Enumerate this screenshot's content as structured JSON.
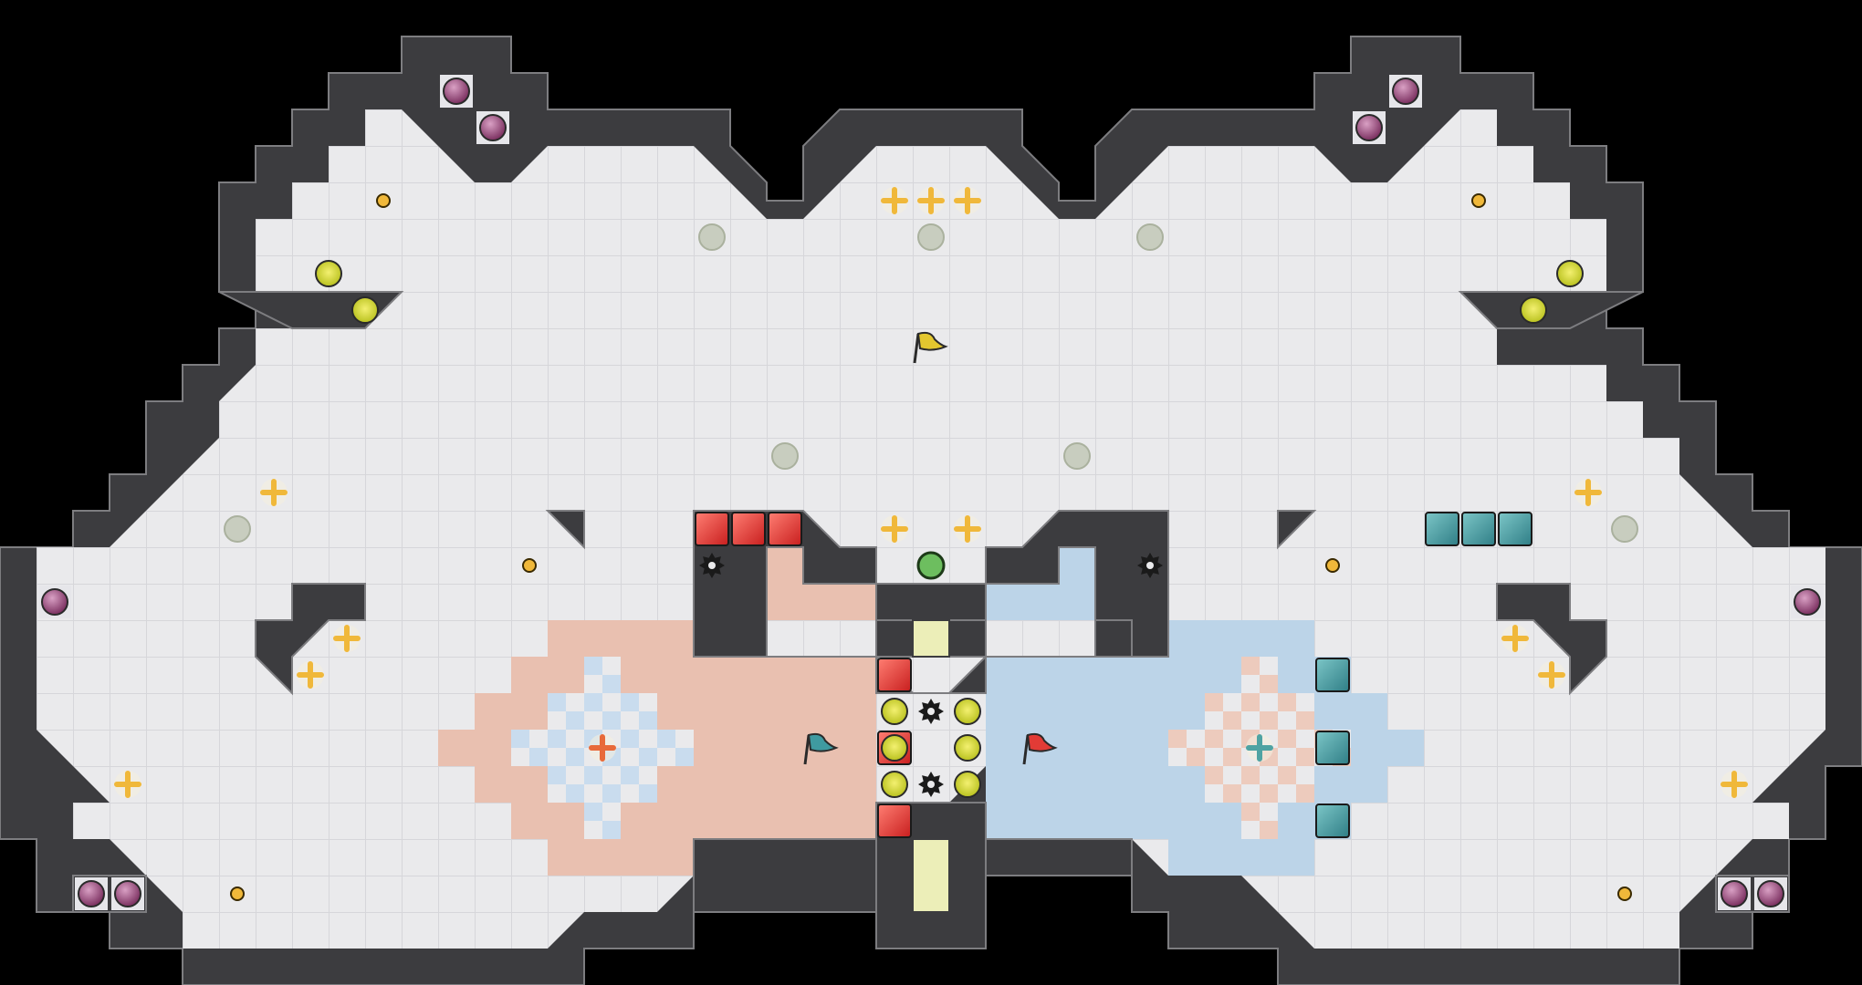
{
  "game": {
    "title": "",
    "team_colors": {
      "red": "#e23b36",
      "blue": "#3f9aa0",
      "neutral": "#e3c72f"
    },
    "palette": {
      "background": "#000000",
      "wall": "#3c3c3f",
      "wall_outline": "#8c8c8c",
      "floor": "#eaeaec",
      "floor_grid": "#d6d6da",
      "red_zone": "#e9c0b0",
      "blue_zone": "#bcd4e8",
      "gate_pad": "#eceeb8",
      "powerup_center": "#e7e030",
      "boost": "#f0b83a",
      "bomb": "#8a3e6e",
      "portal": "#c8cdbf",
      "spike": "#1a1a1a"
    },
    "legend": {
      "flags": [
        "neutral-flag",
        "red-flag",
        "blue-flag"
      ],
      "tiles": [
        "spike",
        "bomb",
        "boost",
        "team-boost",
        "powerup",
        "portal",
        "gate",
        "red-tile",
        "blue-tile",
        "green-button"
      ]
    }
  }
}
